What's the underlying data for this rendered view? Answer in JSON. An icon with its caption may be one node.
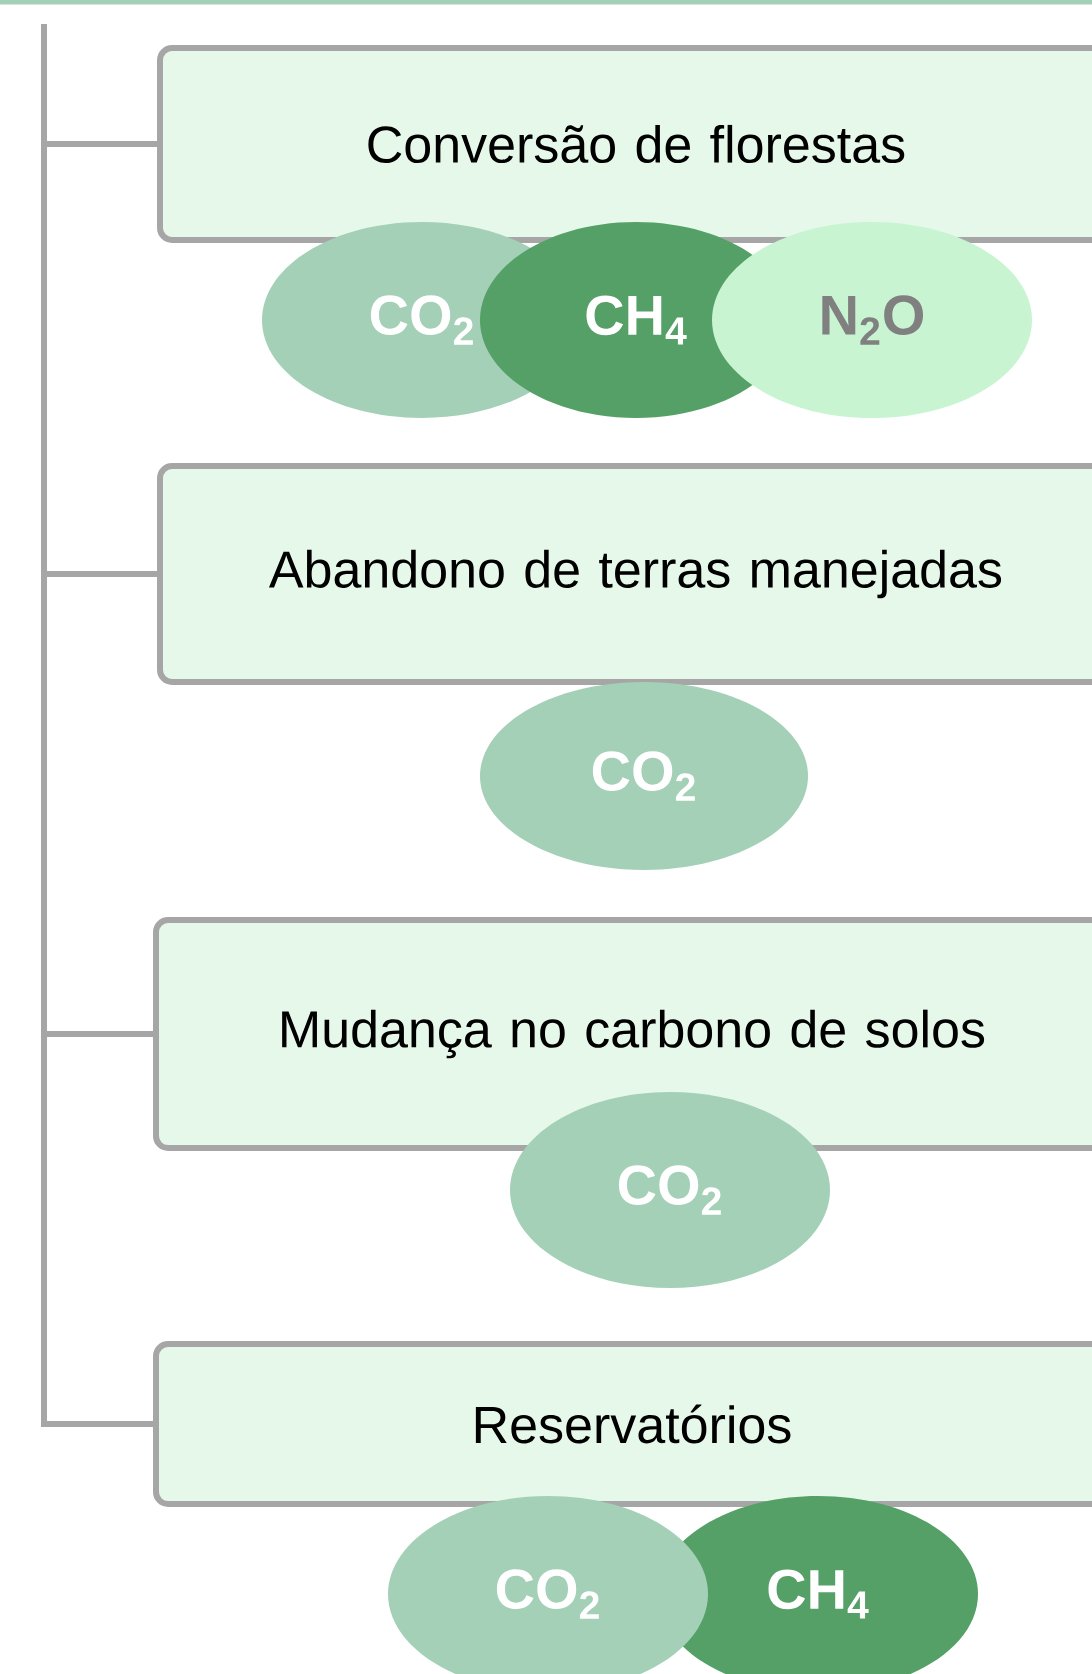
{
  "diagram": {
    "nodes": [
      {
        "text": [
          "Conversão de florestas"
        ]
      },
      {
        "text": [
          "CO$_{2}$"
        ]
      },
      {
        "text": [
          "CH$_{4}$"
        ]
      },
      {
        "text": [
          "N$_{2}$O"
        ]
      },
      {
        "text": [
          "Abandono de terras manejadas"
        ]
      },
      {
        "text": [
          "CO$_{2}$"
        ]
      },
      {
        "text": [
          "Mudança no carbono de solos"
        ]
      },
      {
        "text": [
          "CO$_{2}$"
        ]
      },
      {
        "text": [
          "Reservatórios"
        ]
      },
      {
        "text": [
          "CO$_{2}$"
        ]
      },
      {
        "text": [
          "CH$_{4}$"
        ]
      }
    ],
    "edges": [
      {
        "from": null,
        "to": 0,
        "arrow": "none"
      },
      {
        "from": null,
        "to": 4,
        "arrow": "none"
      },
      {
        "from": null,
        "to": 6,
        "arrow": "none"
      },
      {
        "from": null,
        "to": 8,
        "arrow": "none"
      }
    ]
  }
}
